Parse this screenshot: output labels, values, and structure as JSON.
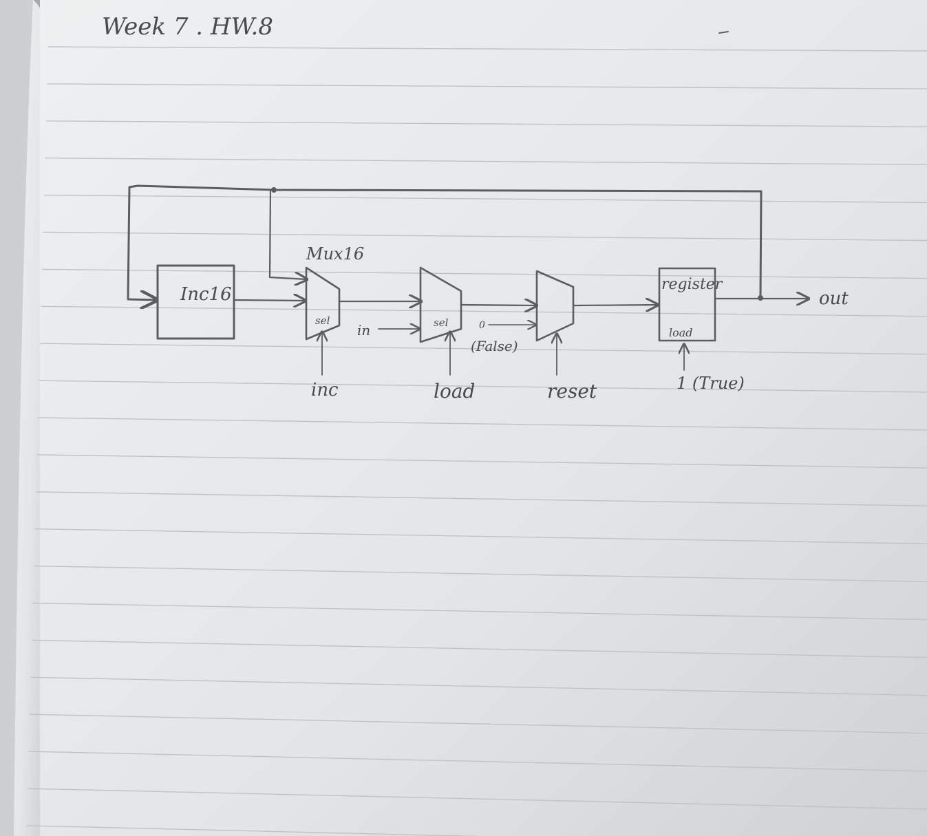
{
  "page": {
    "title": "Week 7 . HW.8"
  },
  "diagram": {
    "inc16": {
      "label": "Inc16"
    },
    "mux1": {
      "label": "Mux16",
      "sel_label": "sel",
      "control": "inc"
    },
    "mux2": {
      "sel_label": "sel",
      "data_input": "in",
      "control": "load"
    },
    "mux3": {
      "const_value": "0",
      "const_note": "(False)",
      "control": "reset"
    },
    "register": {
      "label": "register",
      "load_label": "load",
      "load_value": "1 (True)"
    },
    "output": {
      "label": "out"
    }
  },
  "colors": {
    "paper": "#e9eaec",
    "rule_line": "#bfc3c7",
    "pencil": "#5c5d5f",
    "binding": "#c4c7ca"
  }
}
